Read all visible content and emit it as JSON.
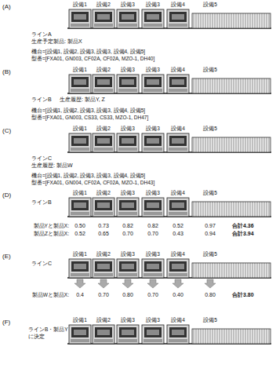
{
  "diagram": {
    "labels": [
      "(A)",
      "設備1",
      "設備2",
      "設備3",
      "設備3",
      "設備4",
      "設備5",
      "ラインA",
      "生産予定製品: 製品X",
      "機台=[設備1, 設備2, 設備3, 設備3, 設備4, 設備5]",
      "型番=[FXA01, GN003, CF02A, CF02A, MZO-1, DH40]",
      "(B)",
      "設備1",
      "設備2",
      "設備3",
      "設備3",
      "設備4",
      "設備5",
      "ラインB",
      "生産履歴: 製品Y, Z",
      "機台=[設備1, 設備2, 設備3, 設備3, 設備4, 設備5]",
      "型番=[FXA01, GN003, CS33, CS33, MZO-1, DH47]",
      "(C)",
      "設備1",
      "設備2",
      "設備3",
      "設備3",
      "設備4",
      "設備5",
      "ラインC",
      "生産履歴: 製品W",
      "機台=[設備1, 設備2, 設備3, 設備3, 設備4, 設備5]",
      "型番=[FXA01, GN004, CF02A, CF02A, MZO-1, DH43]",
      "(D)",
      "ラインB",
      "設備1",
      "設備2",
      "設備3",
      "設備3",
      "設備4",
      "設備5",
      "製品Yと製品X:",
      "0.50",
      "0.73",
      "0.82",
      "0.82",
      "0.52",
      "0.97",
      "合計4.36",
      "製品Zと製品X:",
      "0.52",
      "0.65",
      "0.70",
      "0.70",
      "0.43",
      "0.94",
      "合計3.94",
      "(E)",
      "ラインC",
      "設備1",
      "設備2",
      "設備3",
      "設備3",
      "設備4",
      "設備5",
      "製品Wと製品X:",
      "0.4",
      "0.70",
      "0.80",
      "0.70",
      "0.40",
      "0.80",
      "合計3.80",
      "(F)",
      "ラインB・製品Y",
      "に決定",
      "設備1",
      "設備2",
      "設備3",
      "設備3",
      "設備4",
      "設備5"
    ]
  }
}
